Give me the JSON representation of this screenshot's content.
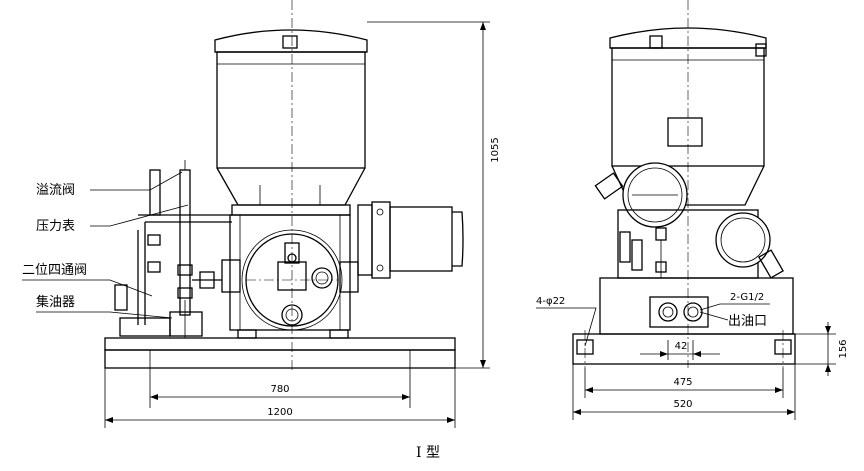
{
  "labels": {
    "overflow_valve": "溢流阀",
    "pressure_gauge": "压力表",
    "two_position_valve": "二位四通阀",
    "oil_collector": "集油器",
    "oil_outlet": "出油口",
    "thread_spec": "2-G1/2",
    "hole_spec": "4-φ22"
  },
  "dimensions": {
    "height_total": "1055",
    "inner_span": "780",
    "base_length": "1200",
    "outlet_spacing": "42",
    "side_inner": "475",
    "side_width": "520",
    "base_height": "156"
  },
  "caption": "I 型"
}
